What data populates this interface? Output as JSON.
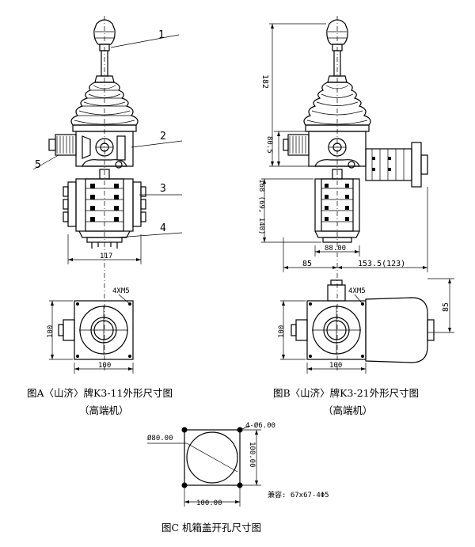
{
  "figure_a": {
    "caption": "图A〈山济〉牌K3-11外形尺寸图",
    "subcaption": "（高端机）",
    "callouts": [
      "1",
      "2",
      "3",
      "4",
      "5"
    ],
    "dim_width": "117",
    "dim_top_width": "100",
    "dim_side_height": "100",
    "screws": "4XM5"
  },
  "figure_b": {
    "caption": "图B〈山济〉牌K3-21外形尺寸图",
    "subcaption": "（高端机）",
    "dim_height": "182",
    "dim_mid": "80.5",
    "dim_lower": "168 (69, 140)",
    "dim_base": "88.00",
    "dim_left": "85",
    "dim_right": "153.5(123)",
    "dim_side": "85",
    "dim_top_width": "100",
    "dim_side_height": "100",
    "screws": "4XM5"
  },
  "figure_c": {
    "caption": "图C 机箱盖开孔尺寸图",
    "dim_circle": "Ø80.00",
    "dim_holes": "4-Ø6.00",
    "dim_height": "100.00",
    "dim_width": "100.00",
    "compat_note": "兼容: 67x67-4Φ5"
  }
}
